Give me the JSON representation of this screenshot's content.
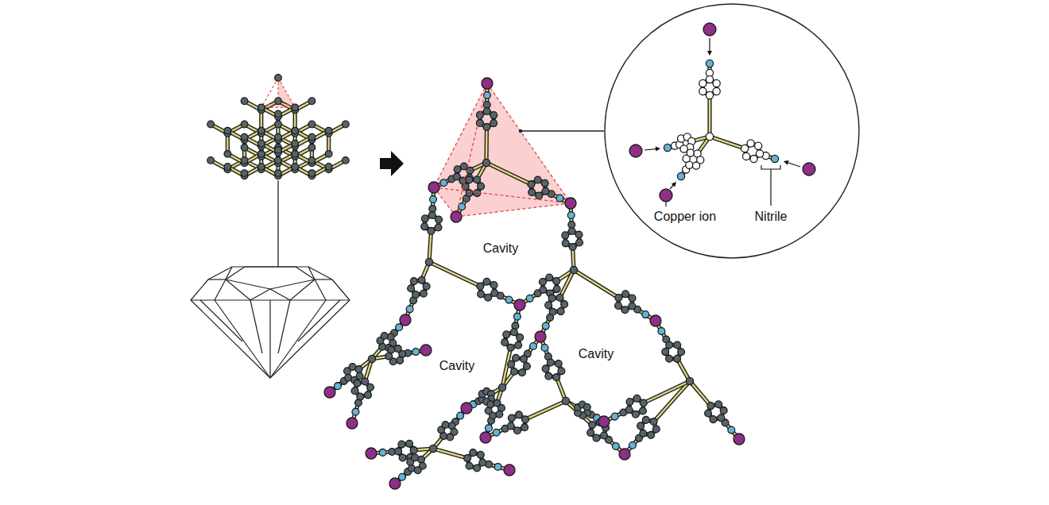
{
  "diagram": {
    "nodes": [
      {
        "text": [
          "Copper ion",
          "Nitrile"
        ]
      }
    ],
    "labels": [
      "Cavity",
      "Cavity",
      "Cavity"
    ]
  }
}
